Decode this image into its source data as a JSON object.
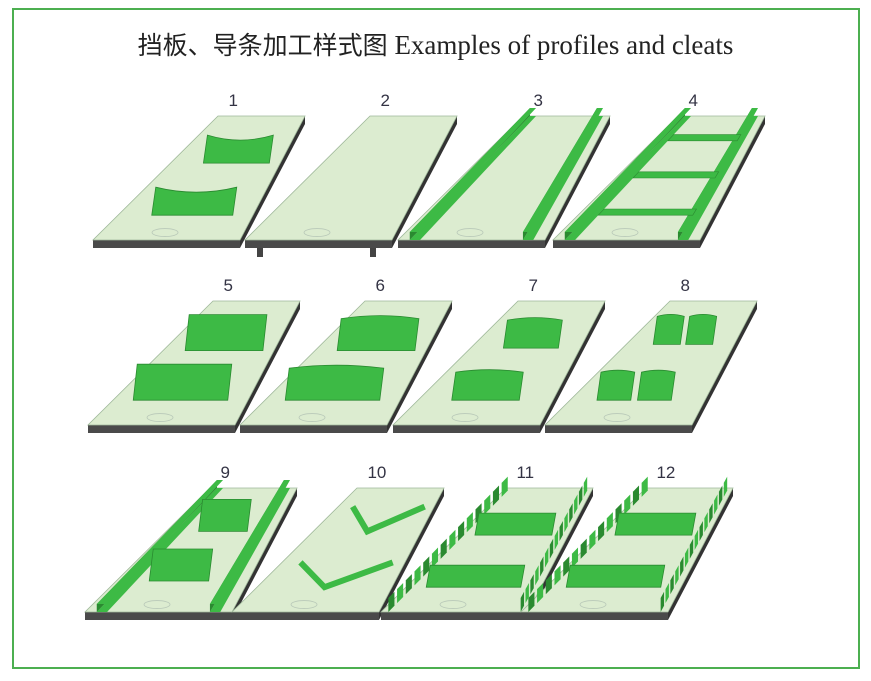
{
  "title": {
    "chinese": "挡板、导条加工样式图",
    "english": "Examples of profiles and cleats"
  },
  "colors": {
    "frame": "#4caf50",
    "belt_top": "#dcecd0",
    "belt_edge": "#4a4a4a",
    "cleat": "#3dba45",
    "cleat_dark": "#2a8a30"
  },
  "examples": [
    {
      "number": "1",
      "type": "curved-cleats"
    },
    {
      "number": "2",
      "type": "plain-with-guides"
    },
    {
      "number": "3",
      "type": "side-guide-strips"
    },
    {
      "number": "4",
      "type": "ladder-strips"
    },
    {
      "number": "5",
      "type": "tall-segmented-cleats"
    },
    {
      "number": "6",
      "type": "curved-top-cleats"
    },
    {
      "number": "7",
      "type": "short-cleats"
    },
    {
      "number": "8",
      "type": "split-cleats"
    },
    {
      "number": "9",
      "type": "guides-with-cleats"
    },
    {
      "number": "10",
      "type": "chevron"
    },
    {
      "number": "11",
      "type": "sidewalls-with-cleats"
    },
    {
      "number": "12",
      "type": "sidewalls-with-cleats-wide"
    }
  ]
}
